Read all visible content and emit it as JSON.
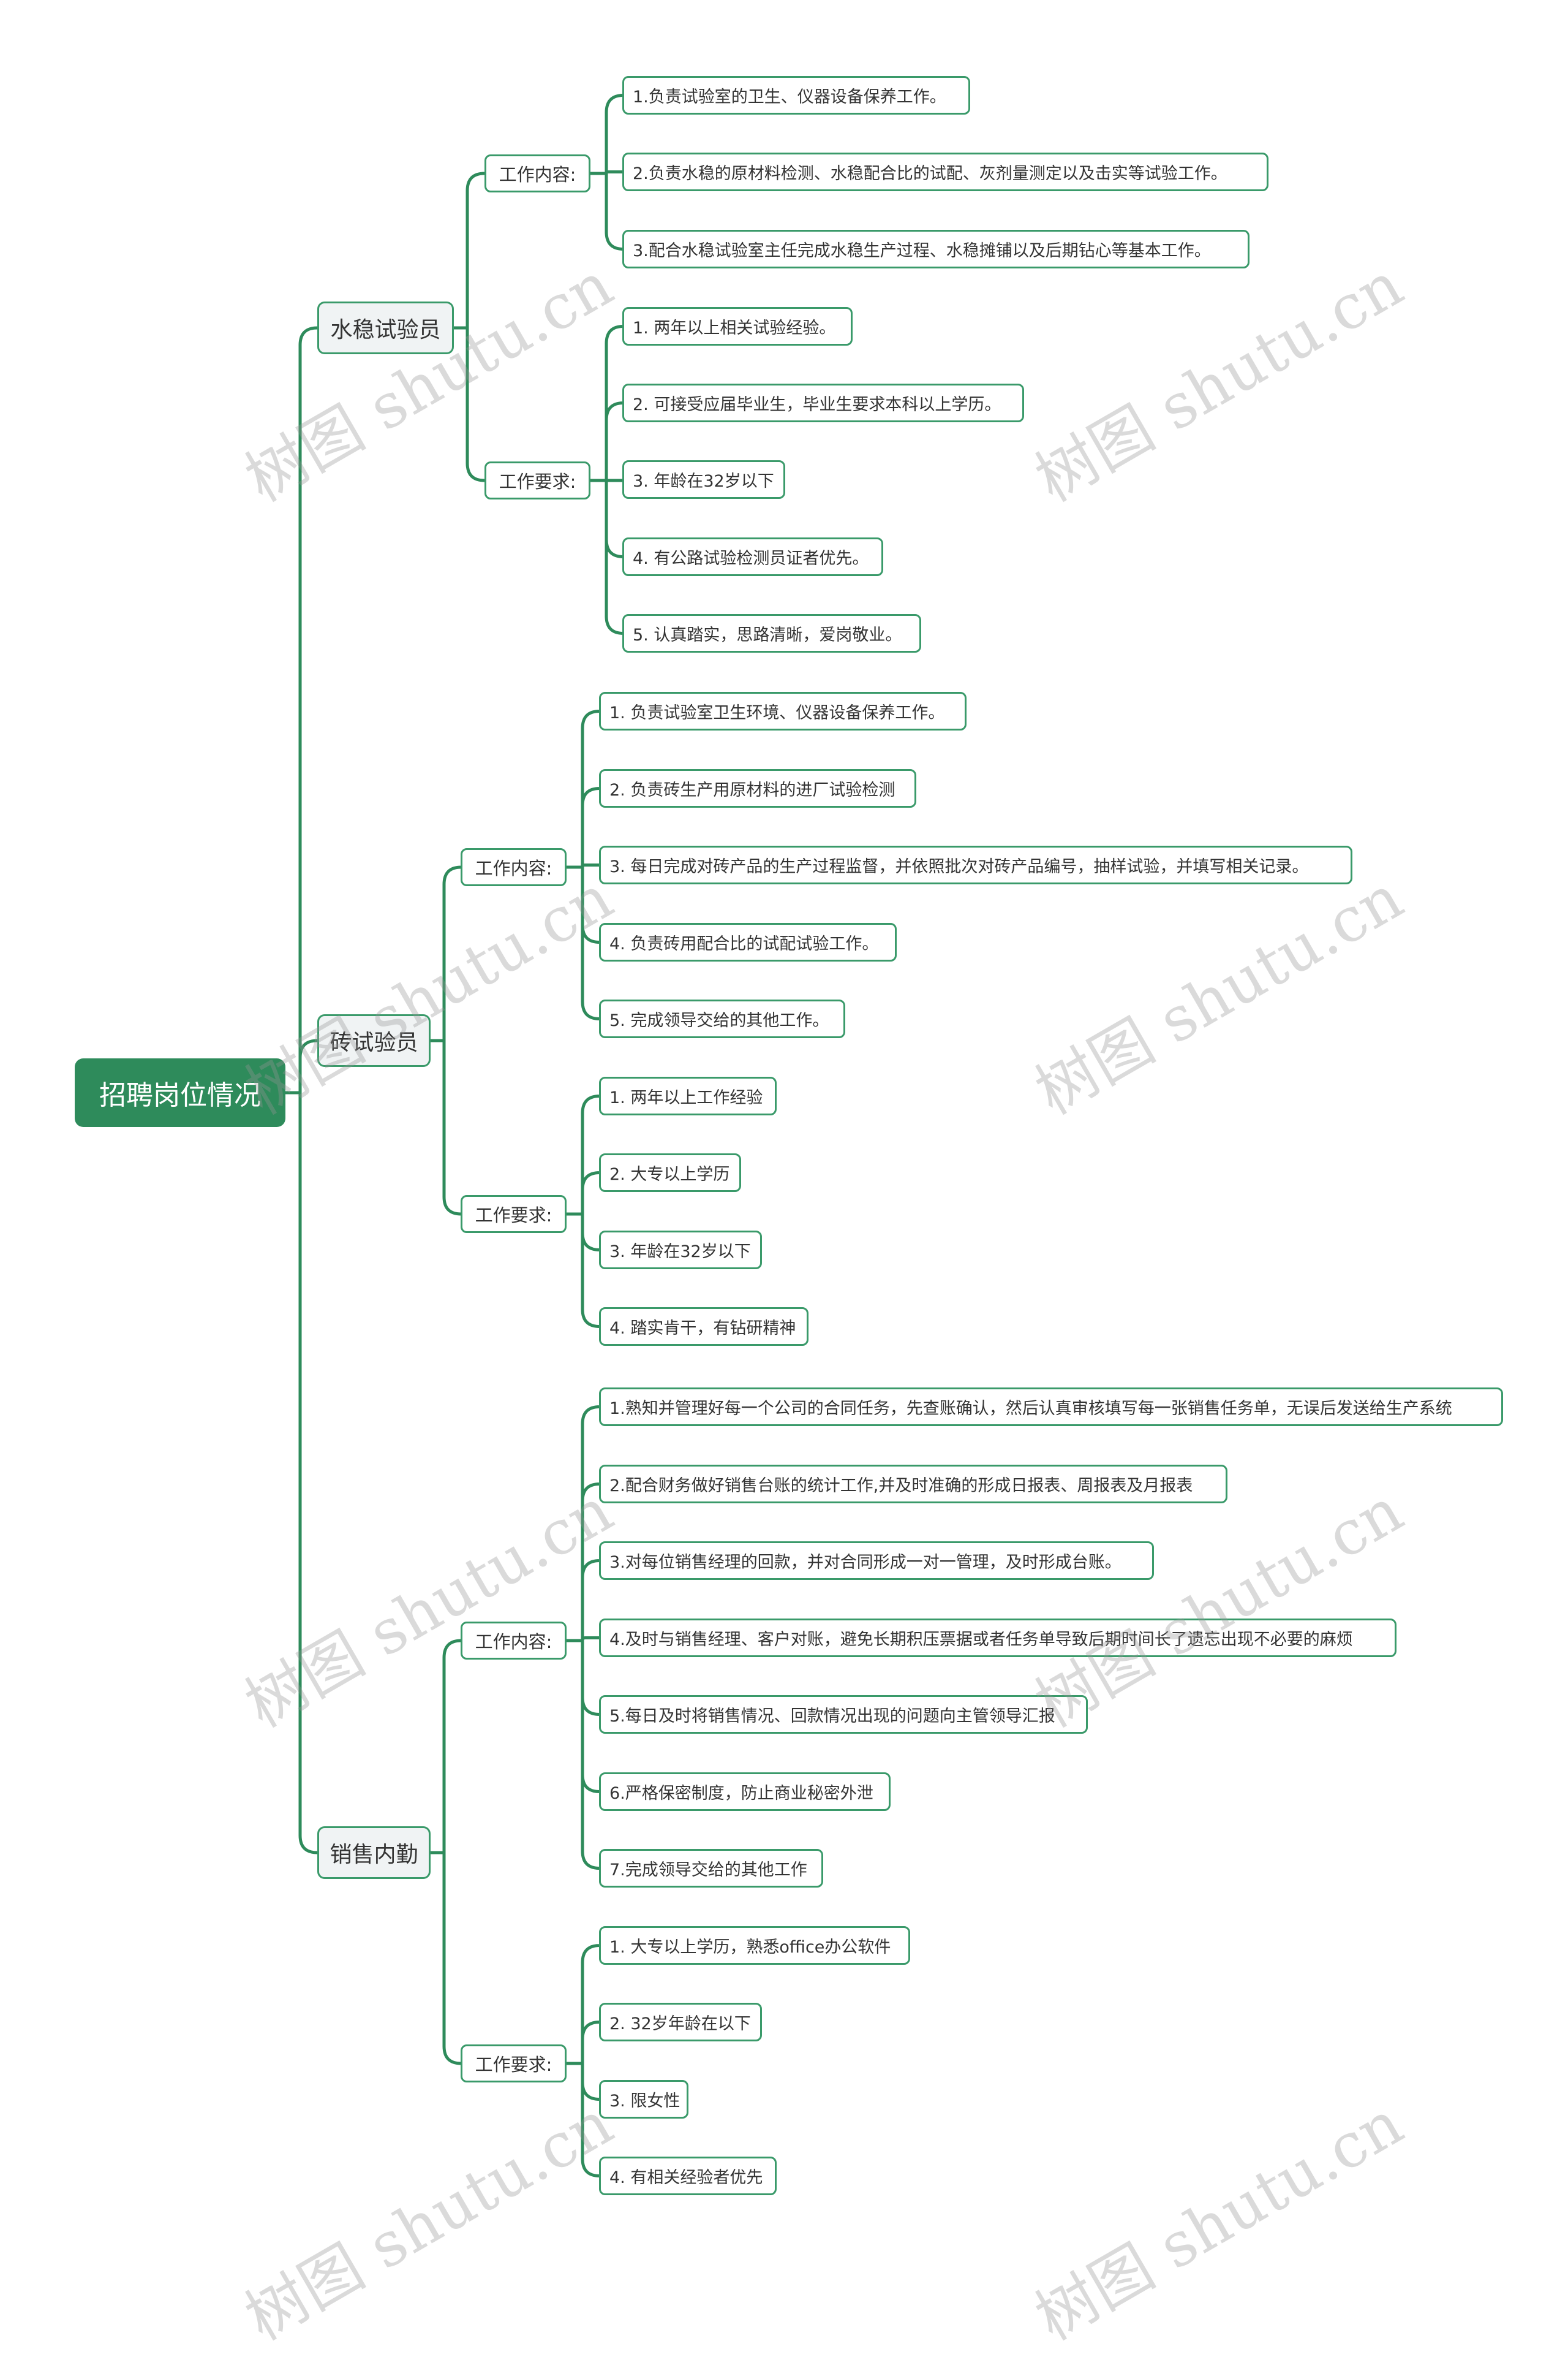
{
  "root": {
    "label": "招聘岗位情况"
  },
  "branches": [
    {
      "label": "水稳试验员",
      "groups": [
        {
          "label": "工作内容:",
          "items": [
            "1.负责试验室的卫生、仪器设备保养工作。",
            "2.负责水稳的原材料检测、水稳配合比的试配、灰剂量测定以及击实等试验工作。",
            "3.配合水稳试验室主任完成水稳生产过程、水稳摊铺以及后期钻心等基本工作。"
          ]
        },
        {
          "label": "工作要求:",
          "items": [
            "1. 两年以上相关试验经验。",
            "2. 可接受应届毕业生，毕业生要求本科以上学历。",
            "3. 年龄在32岁以下",
            "4. 有公路试验检测员证者优先。",
            "5. 认真踏实，思路清晰，爱岗敬业。"
          ]
        }
      ]
    },
    {
      "label": "砖试验员",
      "groups": [
        {
          "label": "工作内容:",
          "items": [
            "1. 负责试验室卫生环境、仪器设备保养工作。",
            "2. 负责砖生产用原材料的进厂试验检测",
            "3. 每日完成对砖产品的生产过程监督，并依照批次对砖产品编号，抽样试验，并填写相关记录。",
            "4. 负责砖用配合比的试配试验工作。",
            "5. 完成领导交给的其他工作。"
          ]
        },
        {
          "label": "工作要求:",
          "items": [
            "1. 两年以上工作经验",
            "2. 大专以上学历",
            "3. 年龄在32岁以下",
            "4. 踏实肯干，有钻研精神"
          ]
        }
      ]
    },
    {
      "label": "销售内勤",
      "groups": [
        {
          "label": "工作内容:",
          "items": [
            "1.熟知并管理好每一个公司的合同任务，先查账确认，然后认真审核填写每一张销售任务单，无误后发送给生产系统",
            "2.配合财务做好销售台账的统计工作,并及时准确的形成日报表、周报表及月报表",
            "3.对每位销售经理的回款，并对合同形成一对一管理，及时形成台账。",
            "4.及时与销售经理、客户对账，避免长期积压票据或者任务单导致后期时间长了遗忘出现不必要的麻烦",
            "5.每日及时将销售情况、回款情况出现的问题向主管领导汇报",
            "6.严格保密制度，防止商业秘密外泄",
            "7.完成领导交给的其他工作"
          ]
        },
        {
          "label": "工作要求:",
          "items": [
            "1. 大专以上学历，熟悉office办公软件",
            "2. 32岁年龄在以下",
            "3. 限女性",
            "4. 有相关经验者优先"
          ]
        }
      ]
    }
  ],
  "watermark": "树图 shutu.cn",
  "colors": {
    "accent": "#2e8b5b",
    "border": "#3a9a6a",
    "text": "#333333",
    "l1_bg": "#f0f3f4"
  }
}
